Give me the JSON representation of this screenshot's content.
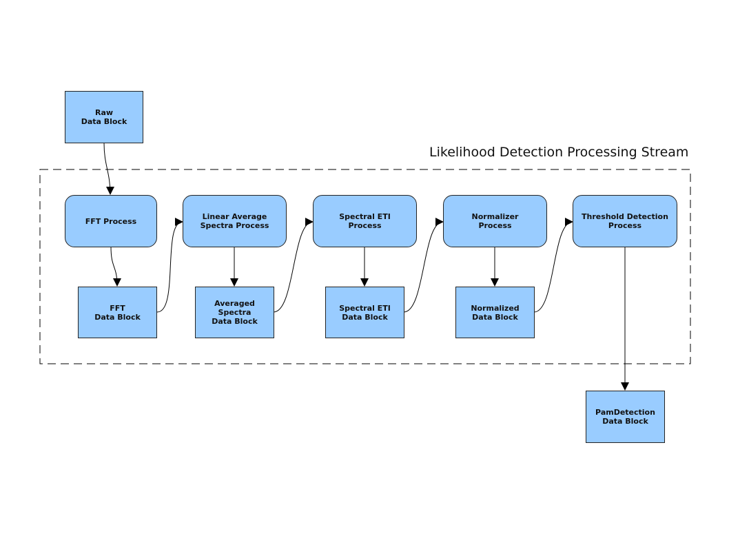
{
  "group": {
    "label": "Likelihood Detection Processing Stream"
  },
  "nodes": {
    "raw": {
      "label": "Raw\nData Block"
    },
    "fft_proc": {
      "label": "FFT Process"
    },
    "fft_block": {
      "label": "FFT\nData Block"
    },
    "lin_proc": {
      "label": "Linear Average\nSpectra Process"
    },
    "avg_block": {
      "label": "Averaged\nSpectra\nData Block"
    },
    "eti_proc": {
      "label": "Spectral ETI\nProcess"
    },
    "eti_block": {
      "label": "Spectral ETI\nData Block"
    },
    "norm_proc": {
      "label": "Normalizer\nProcess"
    },
    "norm_block": {
      "label": "Normalized\nData Block"
    },
    "thr_proc": {
      "label": "Threshold Detection\nProcess"
    },
    "pam_block": {
      "label": "PamDetection\nData Block"
    }
  },
  "colors": {
    "node_fill": "#99ccff",
    "stroke": "#222222"
  }
}
